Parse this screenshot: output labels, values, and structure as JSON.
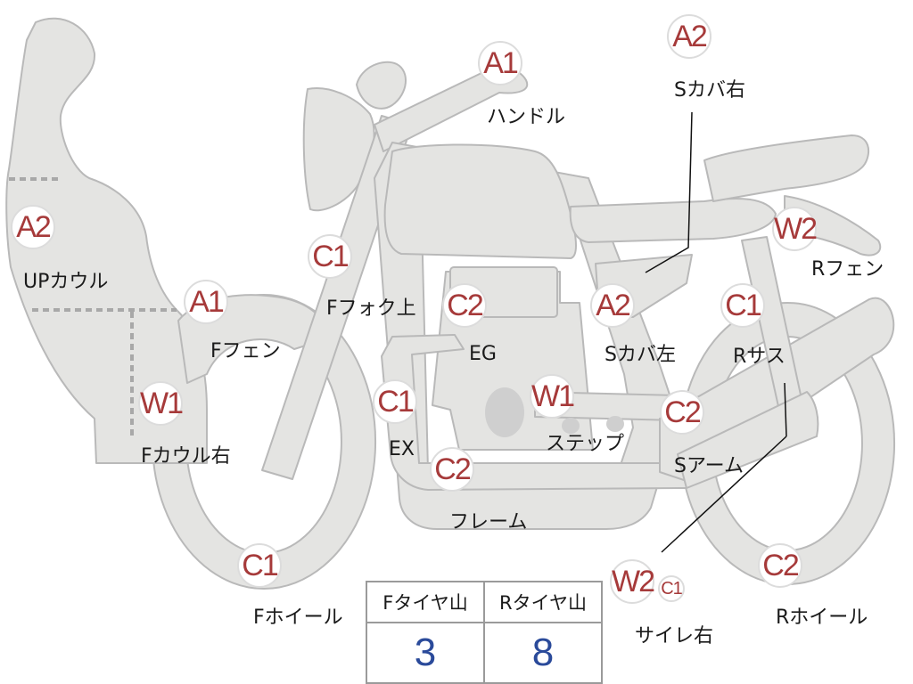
{
  "parts": [
    {
      "id": "handle",
      "code": "A1",
      "label": "ハンドル"
    },
    {
      "id": "s-cover-right",
      "code": "A2",
      "label": "Sカバ右"
    },
    {
      "id": "up-cowl",
      "code": "A2",
      "label": "UPカウル"
    },
    {
      "id": "f-fender",
      "code": "A1",
      "label": "Fフェン"
    },
    {
      "id": "f-fork-upper",
      "code": "C1",
      "label": "Fフォク上"
    },
    {
      "id": "engine",
      "code": "C2",
      "label": "EG"
    },
    {
      "id": "s-cover-left",
      "code": "A2",
      "label": "Sカバ左"
    },
    {
      "id": "r-fender",
      "code": "W2",
      "label": "Rフェン"
    },
    {
      "id": "r-suspension",
      "code": "C1",
      "label": "Rサス"
    },
    {
      "id": "f-cowl-right",
      "code": "W1",
      "label": "Fカウル右"
    },
    {
      "id": "exhaust",
      "code": "C1",
      "label": "EX"
    },
    {
      "id": "step",
      "code": "W1",
      "label": "ステップ"
    },
    {
      "id": "s-arm",
      "code": "C2",
      "label": "Sアーム"
    },
    {
      "id": "frame",
      "code": "C2",
      "label": "フレーム"
    },
    {
      "id": "f-wheel",
      "code": "C1",
      "label": "Fホイール"
    },
    {
      "id": "silencer-right",
      "code": "W2",
      "code2": "C1",
      "label": "サイレ右"
    },
    {
      "id": "r-wheel",
      "code": "C2",
      "label": "Rホイール"
    }
  ],
  "tires": {
    "headers": [
      "Fタイヤ山",
      "Rタイヤ山"
    ],
    "values": [
      "3",
      "8"
    ]
  },
  "colors": {
    "part_fill": "#e4e4e2",
    "part_stroke": "#b9b9b9",
    "code_text": "#a63a3a",
    "tire_value": "#2a4a9a"
  }
}
